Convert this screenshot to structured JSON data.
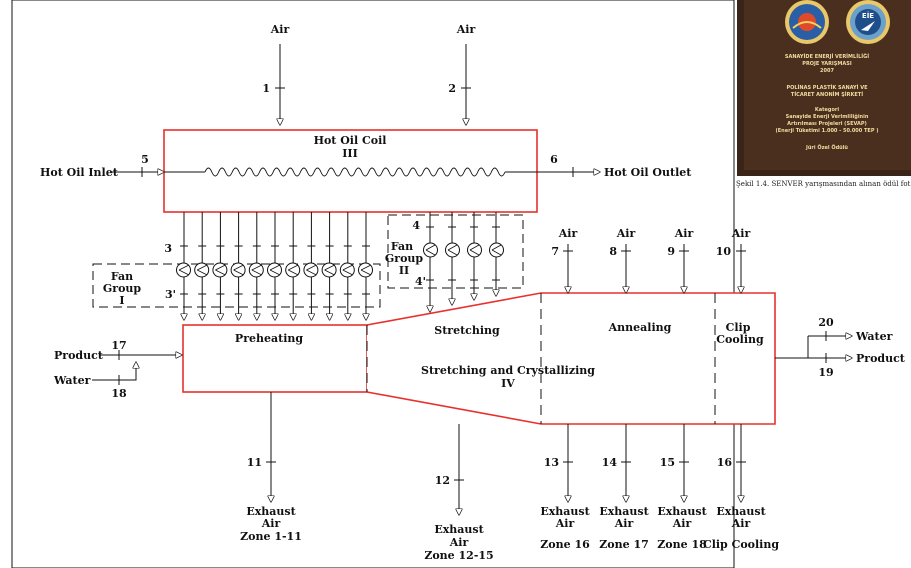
{
  "texts": {
    "air": "Air",
    "hot_oil_coil": "Hot Oil Coil",
    "hot_oil_coil_num": "III",
    "hot_oil_inlet": "Hot Oil Inlet",
    "hot_oil_outlet": "Hot Oil Outlet",
    "fan_group_1a": "Fan",
    "fan_group_1b": "Group",
    "fan_group_1c": "I",
    "fan_group_2a": "Fan",
    "fan_group_2b": "Group",
    "fan_group_2c": "II",
    "preheating": "Preheating",
    "stretching": "Stretching",
    "stretching_cryst": "Stretching and Crystallizing",
    "stretching_cryst_num": "IV",
    "annealing": "Annealing",
    "clip_cooling_a": "Clip",
    "clip_cooling_b": "Cooling",
    "product": "Product",
    "water": "Water",
    "exhaust": "Exhaust",
    "exhaust_air": "Air",
    "zone_1_11": "Zone 1-11",
    "zone_12_15": "Zone 12-15",
    "zone_16": "Zone 16",
    "zone_17": "Zone 17",
    "zone_18": "Zone 18",
    "zone_clip": "Clip Cooling"
  },
  "streams": {
    "s1": "1",
    "s2": "2",
    "s3": "3",
    "s3p": "3'",
    "s4": "4",
    "s4p": "4'",
    "s5": "5",
    "s6": "6",
    "s7": "7",
    "s8": "8",
    "s9": "9",
    "s10": "10",
    "s11": "11",
    "s12": "12",
    "s13": "13",
    "s14": "14",
    "s15": "15",
    "s16": "16",
    "s17": "17",
    "s18": "18",
    "s19": "19",
    "s20": "20"
  },
  "plaque": {
    "line1": "SANAYİDE ENERJİ VERİMLİLİĞİ",
    "line2": "PROJE YARIŞMASI",
    "line3": "2007",
    "line4": "POLİNAS PLASTİK SANAYİ VE",
    "line5": "TİCARET ANONİM ŞİRKETİ",
    "line6": "Kategori",
    "line7": "Sanayide Enerji Verimliliğinin",
    "line8": "Artırılması Projeleri (SEVAP)",
    "line9": "(Enerji Tüketimi 1.000 - 50.000 TEP )",
    "line10": "Jüri Özel Ödülü",
    "badge_right": "EİE"
  },
  "caption": "Şekil 1.4. SENVER yarışmasından alınan ödül fot",
  "colors": {
    "box_border": "#e8312d",
    "line": "#111111",
    "plaque_bg": "#4a2f1e",
    "plaque_text": "#f3dca0"
  }
}
